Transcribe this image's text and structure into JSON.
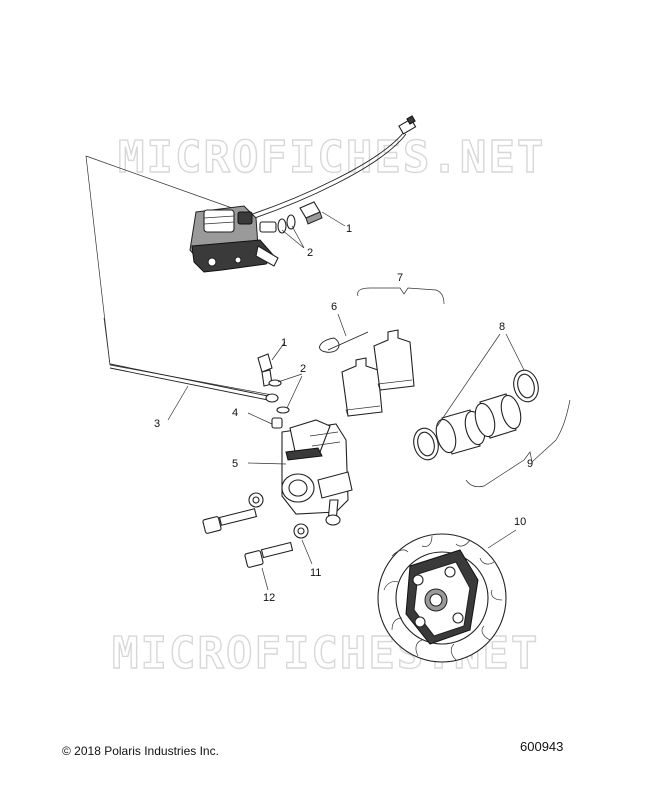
{
  "watermark": "MICROFICHES.NET",
  "footer": {
    "copyright": "© 2018 Polaris Industries Inc.",
    "drawing_number": "600943"
  },
  "callouts": [
    {
      "id": "c1a",
      "label": "1"
    },
    {
      "id": "c2a",
      "label": "2"
    },
    {
      "id": "c1b",
      "label": "1"
    },
    {
      "id": "c2b",
      "label": "2"
    },
    {
      "id": "c3",
      "label": "3"
    },
    {
      "id": "c4",
      "label": "4"
    },
    {
      "id": "c5",
      "label": "5"
    },
    {
      "id": "c6",
      "label": "6"
    },
    {
      "id": "c7",
      "label": "7"
    },
    {
      "id": "c8",
      "label": "8"
    },
    {
      "id": "c9",
      "label": "9"
    },
    {
      "id": "c10",
      "label": "10"
    },
    {
      "id": "c11",
      "label": "11"
    },
    {
      "id": "c12",
      "label": "12"
    }
  ]
}
